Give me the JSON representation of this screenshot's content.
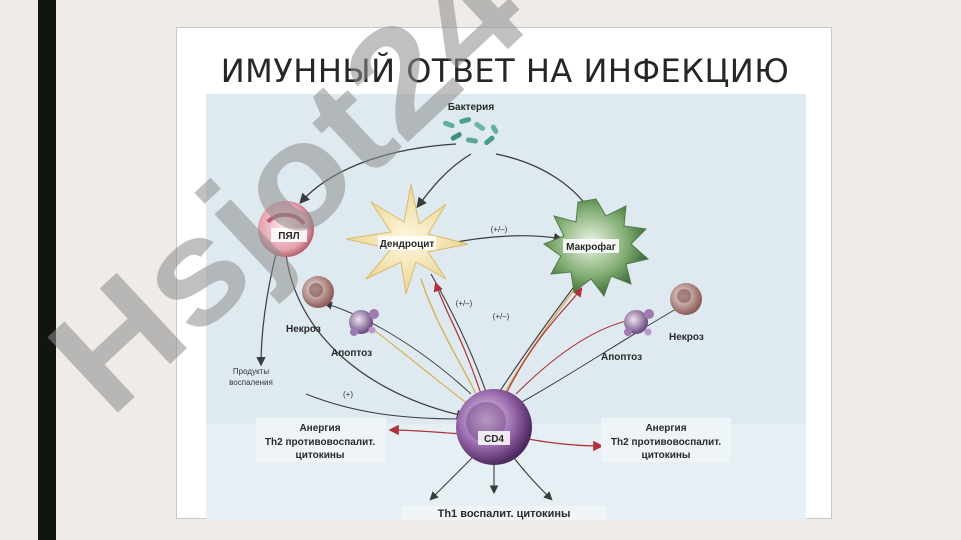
{
  "slide": {
    "title": "ИМУННЫЙ ОТВЕТ НА ИНФЕКЦИЮ"
  },
  "diagram": {
    "bacteria": "Бактерия",
    "pyal": "ПЯЛ",
    "dendrocyte": "Дендроцит",
    "macrophage": "Макрофаг",
    "cd4": "CD4",
    "necrosis_left": "Некроз",
    "apoptosis_left": "Апоптоз",
    "necrosis_right": "Некроз",
    "apoptosis_right": "Апоптоз",
    "inflammation_products_1": "Продукты",
    "inflammation_products_2": "воспаления",
    "sign_dc_mac": "(+/–)",
    "sign_a": "(+/–)",
    "sign_b": "(+/–)",
    "sign_plus": "(+)",
    "left_anergy": "Анергия",
    "left_th2_1": "Th2 противовоспалит.",
    "left_th2_2": "цитокины",
    "right_anergy": "Анергия",
    "right_th2_1": "Th2 противовоспалит.",
    "right_th2_2": "цитокины",
    "th1": "Th1 воспалит. цитокины"
  },
  "watermark": {
    "text": "Hsjot24",
    "color_gray": "#8e8e8e",
    "color_violet": "#8f7ef0"
  },
  "colors": {
    "diagram_bg": "#dfeaf0",
    "arrow_dark": "#3b3b3b",
    "arrow_red": "#b0303a",
    "arrow_yellow": "#d2b15a"
  }
}
